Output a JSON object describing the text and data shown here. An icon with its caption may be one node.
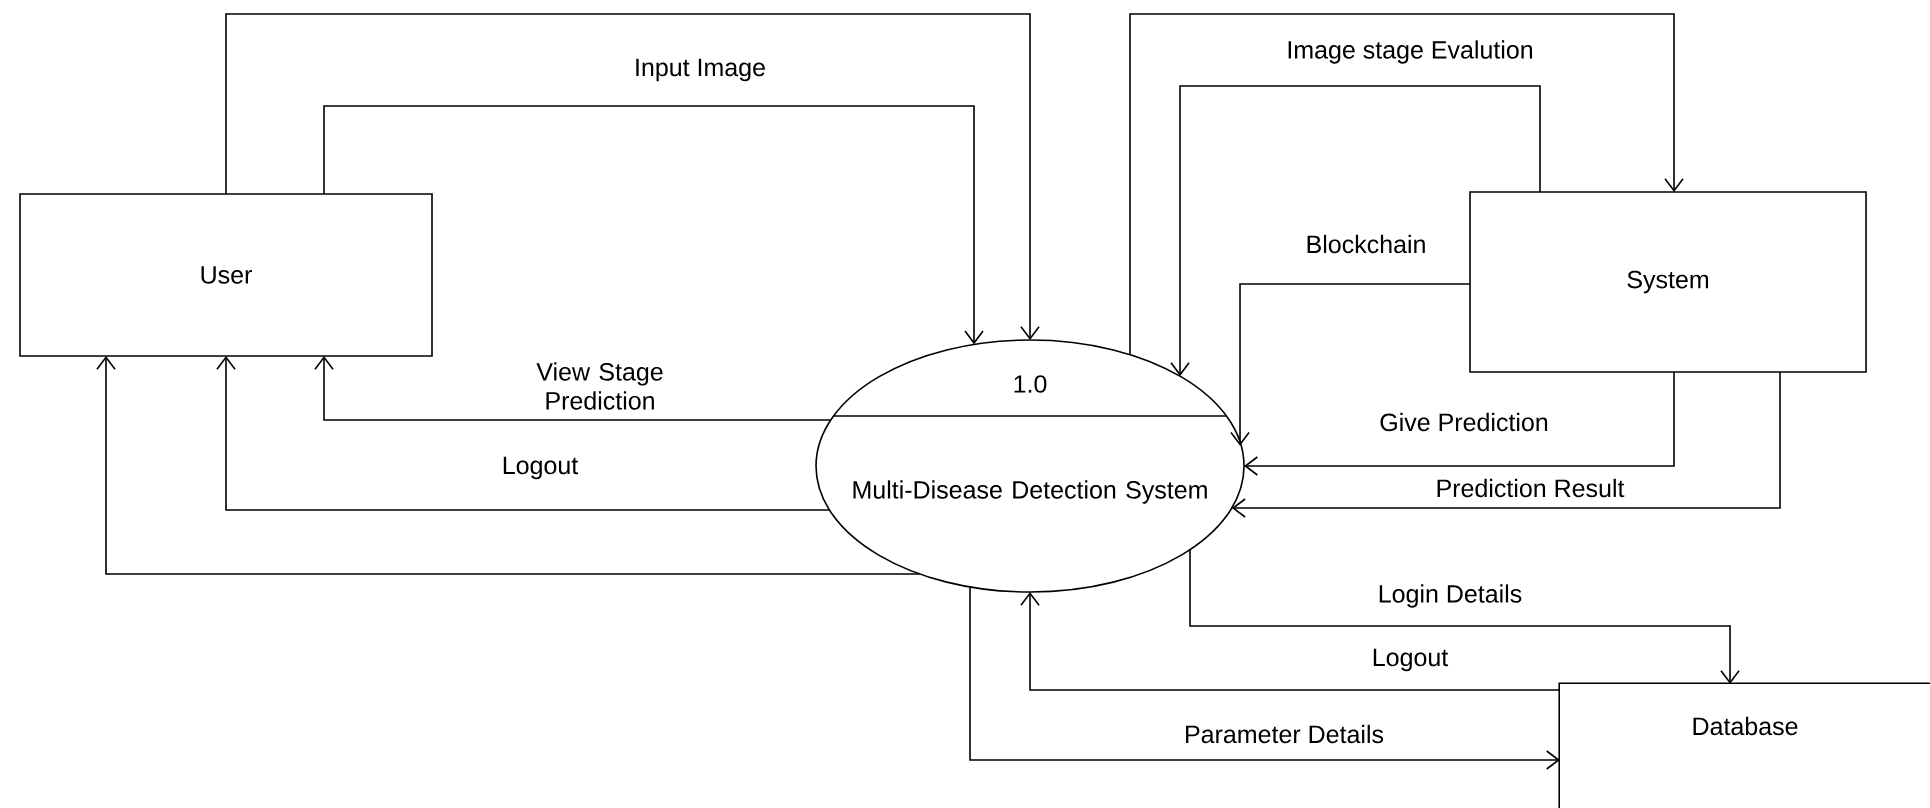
{
  "diagram": {
    "nodes": [
      {
        "text": [
          "User"
        ]
      },
      {
        "text": [
          "1.0",
          "Multi-Disease Detection System"
        ]
      },
      {
        "text": [
          "System"
        ]
      },
      {
        "text": [
          "Database"
        ]
      }
    ],
    "edges": [
      {
        "from": 0,
        "to": 1,
        "arrow": "to",
        "label": "Input Image"
      },
      {
        "from": 0,
        "to": 1,
        "arrow": "to"
      },
      {
        "from": 1,
        "to": 0,
        "arrow": "to",
        "label": "View Stage Prediction"
      },
      {
        "from": 1,
        "to": 0,
        "arrow": "to",
        "label": "Logout"
      },
      {
        "from": 1,
        "to": 0,
        "arrow": "to"
      },
      {
        "from": 1,
        "to": 2,
        "arrow": "to",
        "label": "Image stage Evalution"
      },
      {
        "from": 2,
        "to": 1,
        "arrow": "to"
      },
      {
        "from": 2,
        "to": 1,
        "arrow": "to",
        "label": "Blockchain"
      },
      {
        "from": 2,
        "to": 1,
        "arrow": "to",
        "label": "Give Prediction"
      },
      {
        "from": 2,
        "to": 1,
        "arrow": "to",
        "label": "Prediction Result"
      },
      {
        "from": 1,
        "to": 3,
        "arrow": "to",
        "label": "Login Details"
      },
      {
        "from": 3,
        "to": 1,
        "arrow": "to",
        "label": "Logout"
      },
      {
        "from": 1,
        "to": 3,
        "arrow": "to",
        "label": "Parameter Details"
      }
    ]
  }
}
